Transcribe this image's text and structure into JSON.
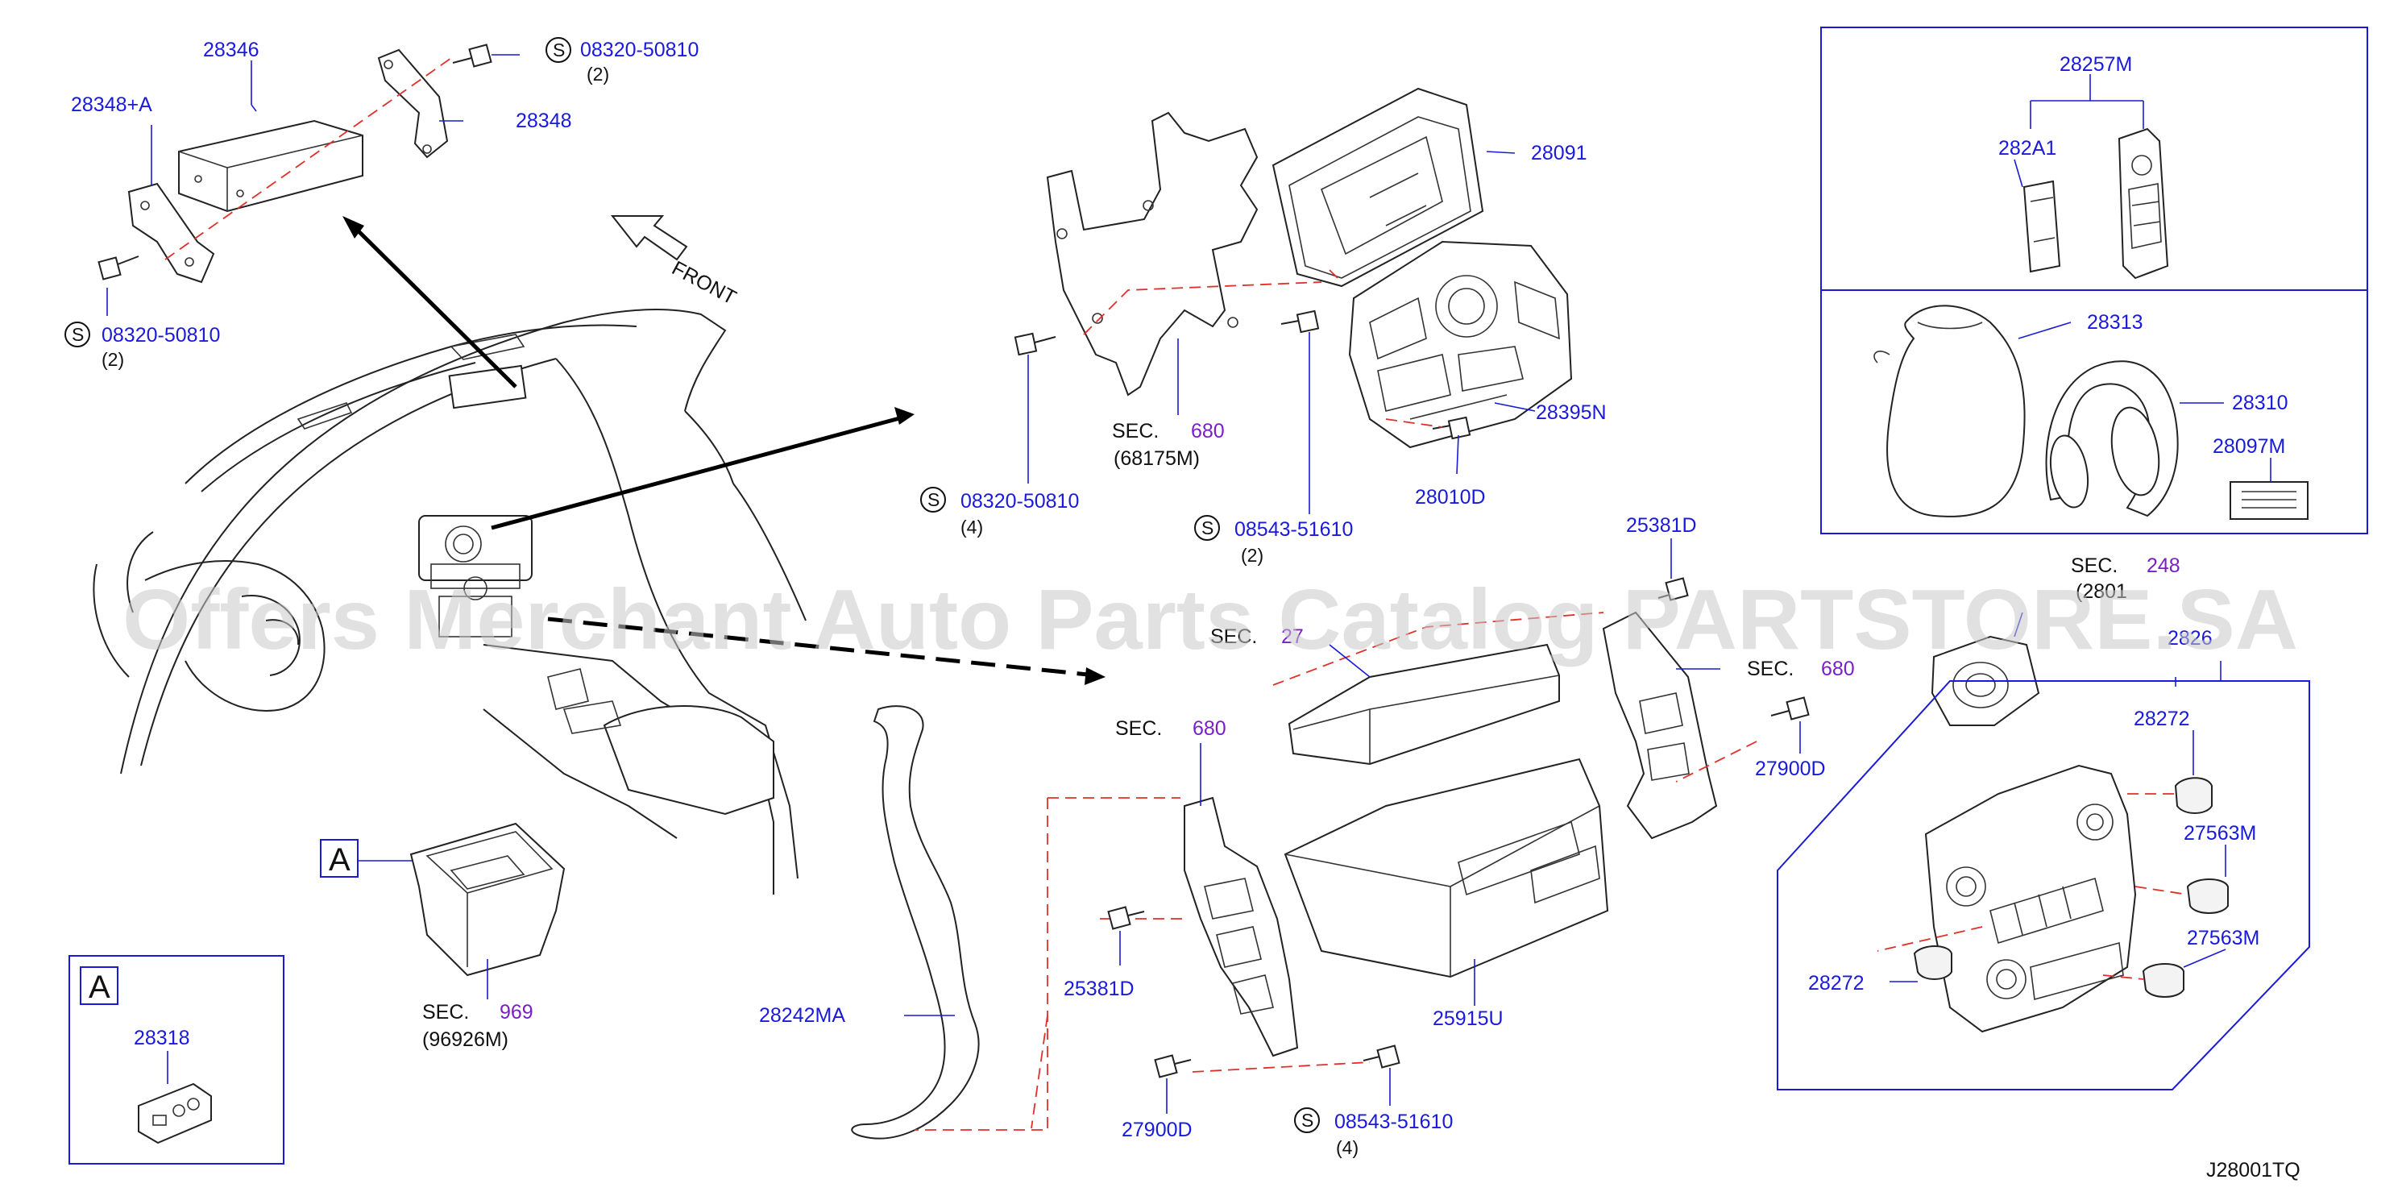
{
  "diagram_code": "J28001TQ",
  "front_label": "FRONT",
  "watermark": "Offers Merchant Auto Parts Catalog PARTSTORE.SA",
  "section_prefix": "SEC.",
  "screw_symbol": "S",
  "view_marker": "A",
  "parts": {
    "p28346": "28346",
    "p28348A": "28348+A",
    "p28348": "28348",
    "p28091": "28091",
    "p28395N": "28395N",
    "p28010D": "28010D",
    "p28257M": "28257M",
    "p282A1": "282A1",
    "p28313": "28313",
    "p28310": "28310",
    "p28097M": "28097M",
    "p25381D_top": "25381D",
    "p27900D_right": "27900D",
    "p28272_top": "28272",
    "p27563M_top": "27563M",
    "p27563M_bot": "27563M",
    "p28272_bot": "28272",
    "p28318": "28318",
    "p28242MA": "28242MA",
    "p25381D_left": "25381D",
    "p27900D_bottom": "27900D",
    "p25915U": "25915U",
    "p2826_partial": "2826"
  },
  "screws": {
    "s1": {
      "code": "08320-50810",
      "qty": "(2)"
    },
    "s2": {
      "code": "08320-50810",
      "qty": "(2)"
    },
    "s3": {
      "code": "08320-50810",
      "qty": "(4)"
    },
    "s4": {
      "code": "08543-51610",
      "qty": "(2)"
    },
    "s5": {
      "code": "08543-51610",
      "qty": "(4)"
    }
  },
  "sections": {
    "sec680_a": {
      "num": "680",
      "ref": "(68175M)"
    },
    "sec969": {
      "num": "969",
      "ref": "(96926M)"
    },
    "sec248": {
      "num": "248",
      "ref": "(2801"
    },
    "sec680_b": {
      "num": "680"
    },
    "sec680_c": {
      "num": "680"
    },
    "sec27_partial": {
      "prefix": "SEC.",
      "num": "27"
    }
  },
  "colors": {
    "part_number": "#1a1ad9",
    "section_number": "#7a1fc8",
    "dashed_line": "#e0302a",
    "watermark": "#c8c8c8"
  }
}
